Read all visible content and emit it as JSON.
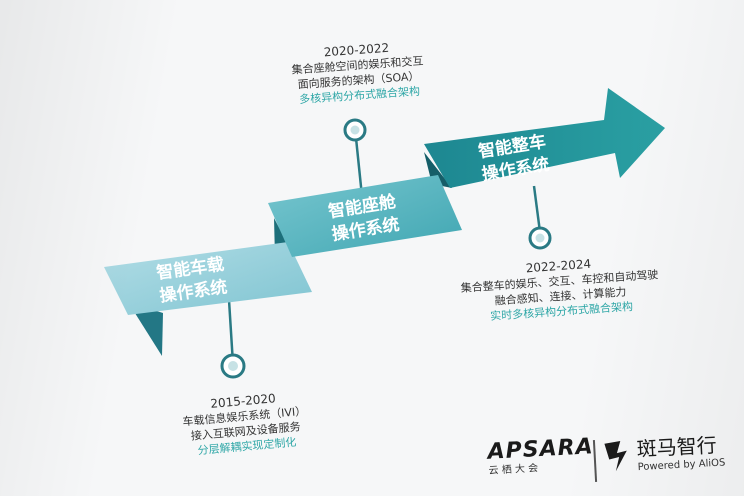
{
  "stages": [
    {
      "line1": "智能车载",
      "line2": "操作系统"
    },
    {
      "line1": "智能座舱",
      "line2": "操作系统"
    },
    {
      "line1": "智能整车",
      "line2": "操作系统"
    }
  ],
  "milestones": [
    {
      "years": "2015-2020",
      "line1": "车载信息娱乐系统（IVI）",
      "line2": "接入互联网及设备服务",
      "highlight": "分层解耦实现定制化"
    },
    {
      "years": "2020-2022",
      "line1": "集合座舱空间的娱乐和交互",
      "line2": "面向服务的架构（SOA）",
      "highlight": "多核异构分布式融合架构"
    },
    {
      "years": "2022-2024",
      "line1": "集合整车的娱乐、交互、车控和自动驾驶",
      "line2": "融合感知、连接、计算能力",
      "highlight": "实时多核异构分布式融合架构"
    }
  ],
  "footer": {
    "apsara_logo": "APSARA",
    "apsara_sub": "云 栖 大 会",
    "banma_name": "斑马智行",
    "banma_sub": "Powered by AliOS"
  },
  "colors": {
    "stage1": "#9fd3de",
    "stage2": "#5fb7c4",
    "stage3": "#1f8f99",
    "fold": "#1d6f7a",
    "accent": "#2fa7a7"
  }
}
